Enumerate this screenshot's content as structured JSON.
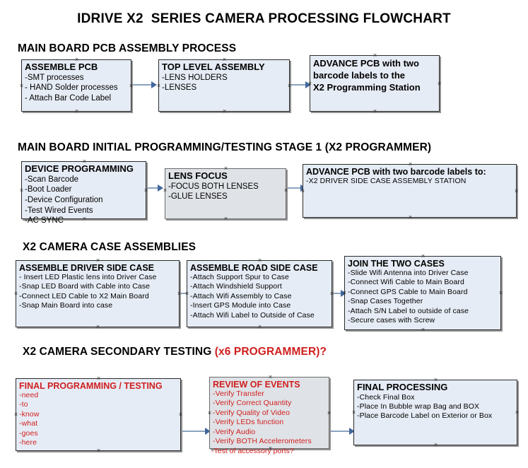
{
  "document": {
    "title": "IDRIVE X2  SERIES CAMERA PROCESSING FLOWCHART"
  },
  "theme": {
    "box_fill": "#e6ecf5",
    "box_fill_alt": "#dfe2e6",
    "box_border": "#2b2b2b",
    "connector_line": "#8ba3bf",
    "connector_head": "#41689e",
    "accent_red": "#d01e1e",
    "text": "#000000",
    "background": "#ffffff"
  },
  "sections": [
    {
      "id": "main-board-pcb-assembly",
      "heading": "MAIN BOARD PCB ASSEMBLY PROCESS",
      "heading_accent": "",
      "nodes": [
        {
          "id": "assemble-pcb",
          "title": "ASSEMBLE PCB",
          "lines": [
            "-SMT processes",
            "- HAND Solder processes",
            "- Attach Bar Code Label"
          ]
        },
        {
          "id": "top-level-assembly",
          "title": "TOP LEVEL ASSEMBLY",
          "lines": [
            "-LENS HOLDERS",
            "-LENSES"
          ]
        },
        {
          "id": "advance-pcb-programming-station",
          "title": "",
          "lines": [
            "ADVANCE PCB with two",
            "barcode labels to the",
            " X2 Programming Station"
          ]
        }
      ]
    },
    {
      "id": "main-board-initial-programming",
      "heading": "MAIN BOARD INITIAL PROGRAMMING/TESTING STAGE 1 (X2 PROGRAMMER)",
      "heading_accent": "",
      "nodes": [
        {
          "id": "device-programming",
          "title": "DEVICE PROGRAMMING",
          "lines": [
            "-Scan Barcode",
            "-Boot Loader",
            "-Device Configuration",
            "-Test Wired Events",
            "-AC SYNC"
          ]
        },
        {
          "id": "lens-focus",
          "title": "LENS FOCUS",
          "lines": [
            "-FOCUS BOTH LENSES",
            "-GLUE LENSES"
          ]
        },
        {
          "id": "advance-pcb-driver-side-station",
          "title": "ADVANCE PCB with two barcode labels to:",
          "lines": [
            "-X2 DRIVER  SIDE  CASE  ASSEMBLY STATION"
          ]
        }
      ]
    },
    {
      "id": "x2-camera-case-assemblies",
      "heading": "X2 CAMERA CASE ASSEMBLIES",
      "heading_accent": "",
      "nodes": [
        {
          "id": "assemble-driver-side-case",
          "title": "ASSEMBLE DRIVER SIDE CASE",
          "lines": [
            "- Insert LED Plastic lens into Driver Case",
            "-Snap LED Board with Cable into Case",
            "-Connect LED Cable to X2 Main Board",
            "-Snap Main Board into case"
          ]
        },
        {
          "id": "assemble-road-side-case",
          "title": "ASSEMBLE ROAD SIDE CASE",
          "lines": [
            "-Attach Support Spur to Case",
            "-Attach Windshield Support",
            "-Attach Wifi Assembly to Case",
            "-Insert GPS Module into Case",
            "-Attach Wifi Label to Outside of Case"
          ]
        },
        {
          "id": "join-the-two-cases",
          "title": "JOIN THE TWO CASES",
          "lines": [
            "-Slide Wifi Antenna into Driver Case",
            "-Connect Wifi Cable to Main Board",
            "-Connect GPS Cable to Main Board",
            "-Snap Cases Together",
            "-Attach S/N Label to outside of case",
            "-Secure cases with Screw"
          ]
        }
      ]
    },
    {
      "id": "x2-camera-secondary-testing",
      "heading": "X2 CAMERA SECONDARY TESTING ",
      "heading_accent": "(x6 PROGRAMMER)?",
      "nodes": [
        {
          "id": "final-programming-testing",
          "title": "FINAL PROGRAMMING / TESTING",
          "lines": [
            "-need",
            "-to",
            "-know",
            "-what",
            "-goes",
            "-here"
          ]
        },
        {
          "id": "review-of-events",
          "title": "REVIEW OF EVENTS",
          "lines": [
            "-Verify Transfer",
            "-Verify Correct Quantity",
            "-Verify Quality of Video",
            "-Verify LEDs function",
            "-Verify Audio",
            "-Verify BOTH Accelerometers"
          ],
          "overflow_line": "-Test of accessory ports?"
        },
        {
          "id": "final-processing",
          "title": "FINAL PROCESSING",
          "lines": [
            " -Check Final Box",
            "-Place In Bubble wrap Bag and BOX",
            "-Place Barcode Label on Exterior or Box"
          ]
        }
      ]
    }
  ]
}
